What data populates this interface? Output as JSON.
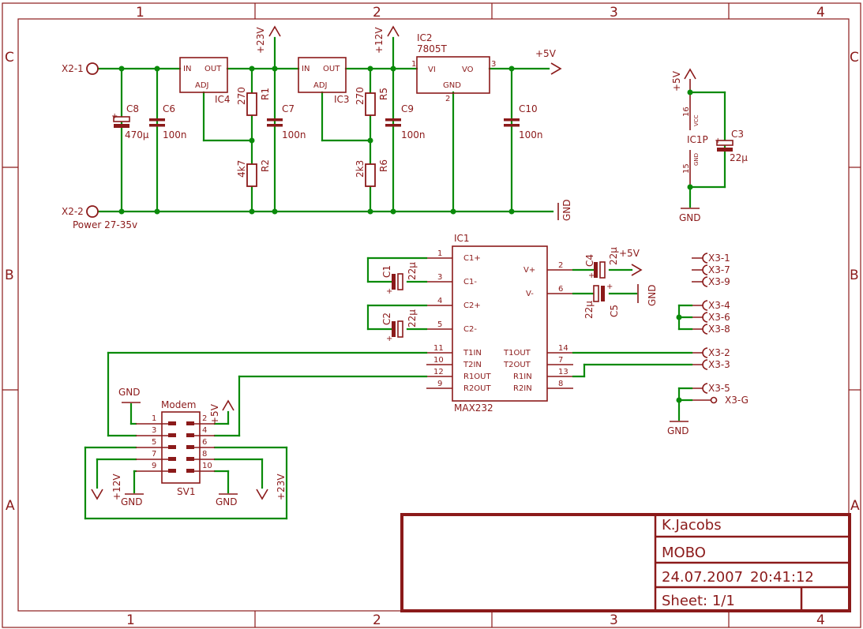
{
  "frame": {
    "columns": [
      "1",
      "2",
      "3",
      "4"
    ],
    "rows": [
      "C",
      "B",
      "A"
    ]
  },
  "title_block": {
    "author": "K.Jacobs",
    "project": "MOBO",
    "date": "24.07.2007",
    "time": "20:41:12",
    "sheet": "Sheet: 1/1"
  },
  "power_section": {
    "x2_1": "X2-1",
    "x2_2": "X2-2",
    "power_label": "Power 27-35v",
    "ic4": "IC4",
    "ic3": "IC3",
    "reg_in": "IN",
    "reg_out": "OUT",
    "reg_adj": "ADJ",
    "ic2": "IC2",
    "ic2_value": "7805T",
    "ic2_vi": "VI",
    "ic2_vo": "VO",
    "ic2_gnd": "GND",
    "ic2_pin1": "1",
    "ic2_pin2": "2",
    "ic2_pin3": "3",
    "c8": "C8",
    "c8_value": "470µ",
    "c6": "C6",
    "c6_value": "100n",
    "c7": "C7",
    "c7_value": "100n",
    "c9": "C9",
    "c9_value": "100n",
    "c10": "C10",
    "c10_value": "100n",
    "r1": "R1",
    "r1_value": "270",
    "r2": "R2",
    "r2_value": "4k7",
    "r5": "R5",
    "r5_value": "270",
    "r6": "R6",
    "r6_value": "2k3",
    "sup_23v": "+23V",
    "sup_12v": "+12V",
    "sup_5v": "+5V",
    "gnd": "GND"
  },
  "ic1p": {
    "name": "IC1P",
    "pin16": "16",
    "pin15": "15",
    "vcc": "VCC",
    "gnd_pin": "GND",
    "supply": "+5V",
    "gnd": "GND",
    "c3": "C3",
    "c3_value": "22µ"
  },
  "max232": {
    "name": "IC1",
    "value": "MAX232",
    "left_pins": [
      {
        "num": "1",
        "label": "C1+"
      },
      {
        "num": "3",
        "label": "C1-"
      },
      {
        "num": "4",
        "label": "C2+"
      },
      {
        "num": "5",
        "label": "C2-"
      },
      {
        "num": "11",
        "label": "T1IN"
      },
      {
        "num": "10",
        "label": "T2IN"
      },
      {
        "num": "12",
        "label": "R1OUT"
      },
      {
        "num": "9",
        "label": "R2OUT"
      }
    ],
    "right_pins": [
      {
        "num": "2",
        "label": "V+"
      },
      {
        "num": "6",
        "label": "V-"
      },
      {
        "num": "14",
        "label": "T1OUT"
      },
      {
        "num": "7",
        "label": "T2OUT"
      },
      {
        "num": "13",
        "label": "R1IN"
      },
      {
        "num": "8",
        "label": "R2IN"
      }
    ],
    "c1": "C1",
    "c1_value": "22µ",
    "c2": "C2",
    "c2_value": "22µ",
    "c4": "C4",
    "c4_value": "22µ",
    "c4_supply": "+5V",
    "c5": "C5",
    "c5_value": "22µ",
    "c5_gnd": "GND"
  },
  "x3": {
    "pins": [
      "X3-1",
      "X3-7",
      "X3-9",
      "X3-4",
      "X3-6",
      "X3-8",
      "X3-2",
      "X3-3",
      "X3-5",
      "X3-G"
    ],
    "gnd": "GND"
  },
  "sv1": {
    "name": "SV1",
    "title": "Modem",
    "pins_left": [
      "1",
      "3",
      "5",
      "7",
      "9"
    ],
    "pins_right": [
      "2",
      "4",
      "6",
      "8",
      "10"
    ],
    "gnd_top": "GND",
    "sup_5v": "+5V",
    "sup_12v": "+12V",
    "gnd_a": "GND",
    "gnd_b": "GND",
    "sup_23v": "+23V"
  }
}
